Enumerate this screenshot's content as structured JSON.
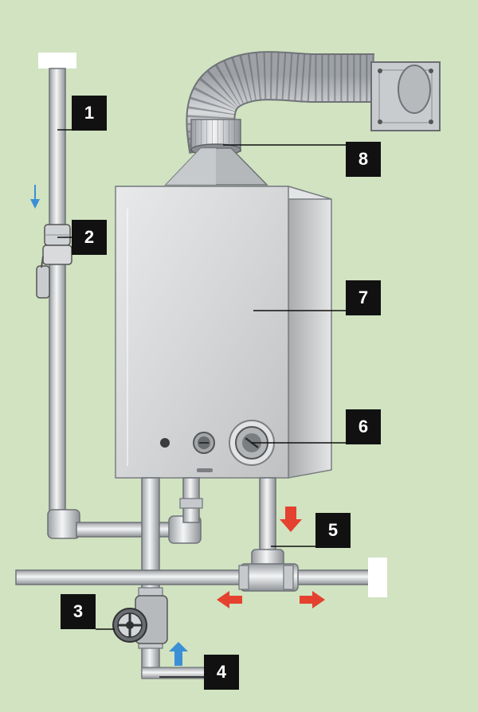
{
  "callouts": [
    {
      "label": "1"
    },
    {
      "label": "2"
    },
    {
      "label": "3"
    },
    {
      "label": "4"
    },
    {
      "label": "5"
    },
    {
      "label": "6"
    },
    {
      "label": "7"
    },
    {
      "label": "8"
    }
  ],
  "colors": {
    "background": "#d1e3c1",
    "pipe": "#cfd3d6",
    "pipe_edge": "#6f7377",
    "boiler_front": "#d9dadb",
    "boiler_side": "#b9bbbd",
    "flow_cold": "#3b8fd6",
    "flow_hot": "#e5412f",
    "callout": "#111111"
  }
}
